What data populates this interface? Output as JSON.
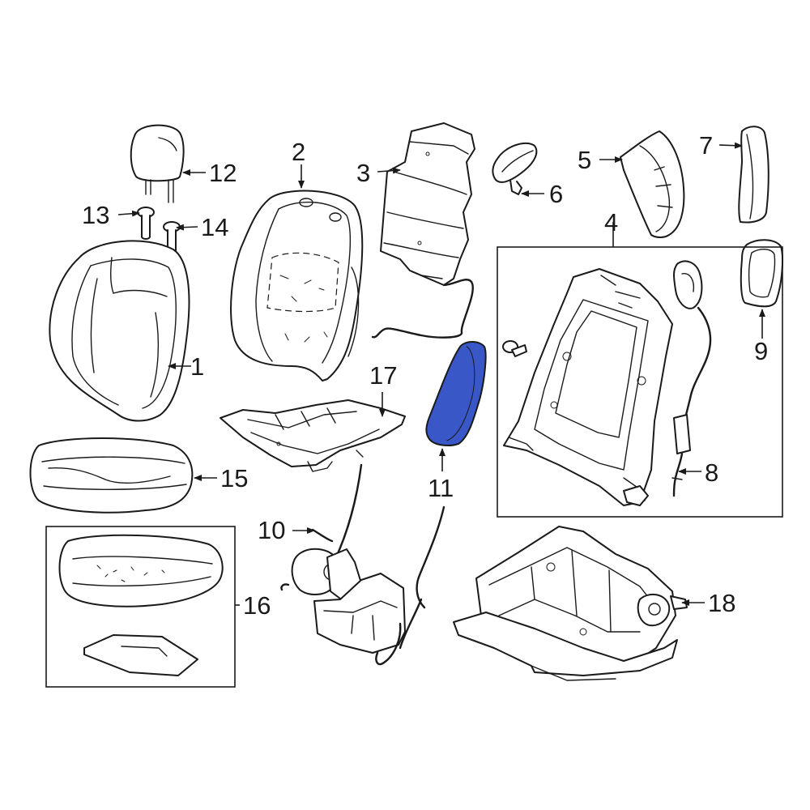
{
  "colors": {
    "line": "#1a1a1a",
    "highlight_fill": "#3a57c8",
    "background": "#ffffff"
  },
  "callouts": {
    "c1": "1",
    "c2": "2",
    "c3": "3",
    "c4": "4",
    "c5": "5",
    "c6": "6",
    "c7": "7",
    "c8": "8",
    "c9": "9",
    "c10": "10",
    "c11": "11",
    "c12": "12",
    "c13": "13",
    "c14": "14",
    "c15": "15",
    "c16": "16",
    "c17": "17",
    "c18": "18"
  },
  "highlighted_part": "11"
}
